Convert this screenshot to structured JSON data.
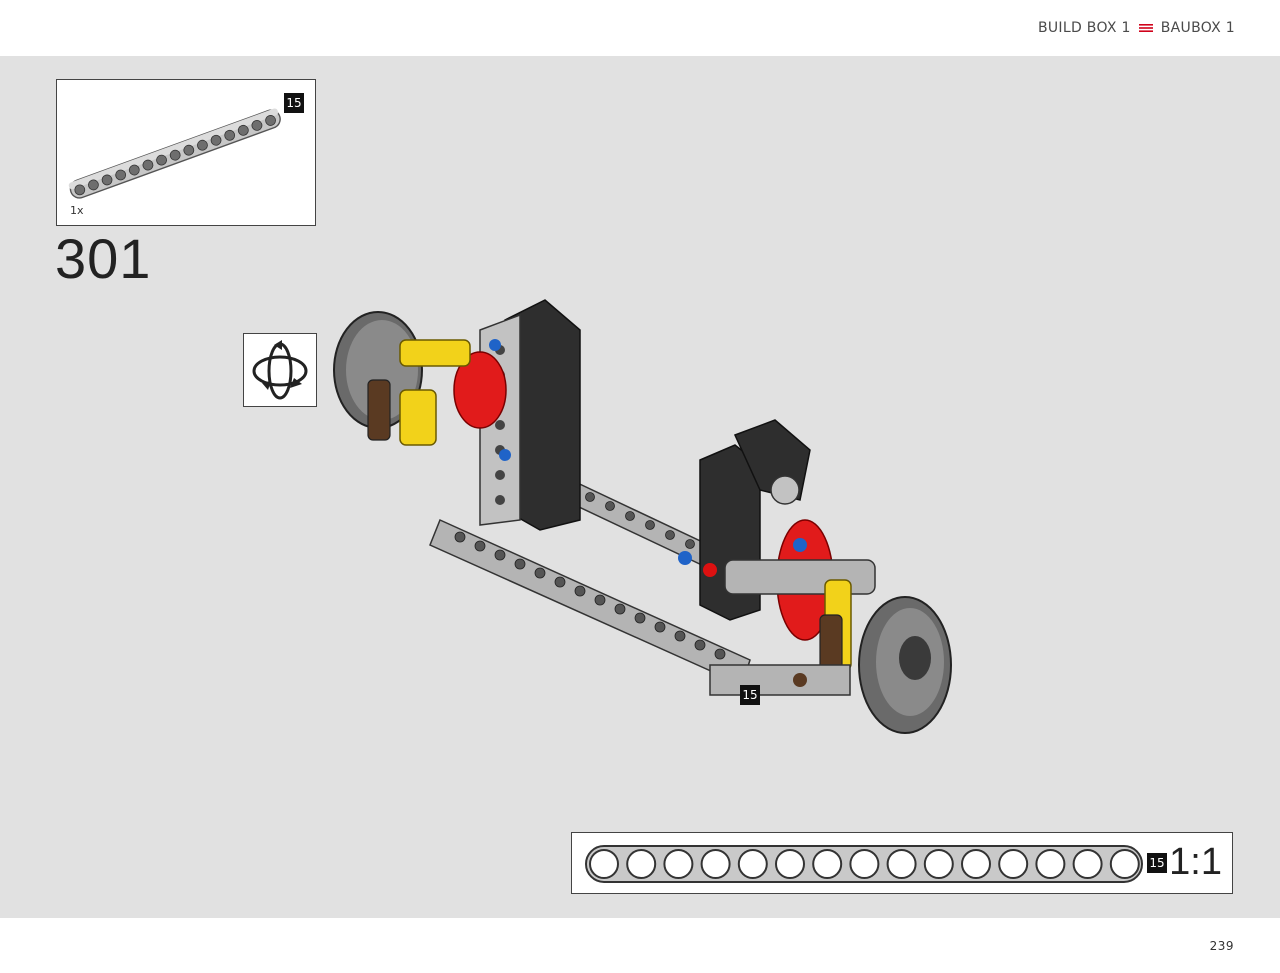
{
  "header": {
    "build_box_label": "BUILD BOX 1",
    "baubox_label": "BAUBOX 1",
    "flag_icon": "stripes-flag-icon",
    "flag_color": "#d0021b"
  },
  "parts_list": {
    "part_length_badge": "15",
    "quantity": "1x",
    "part_icon": "technic-beam-15-icon"
  },
  "step": {
    "number": "301"
  },
  "rotate_hint": {
    "icon": "rotate-model-icon"
  },
  "model": {
    "callout_badge": "15",
    "icon": "front-suspension-assembly-illustration"
  },
  "ruler": {
    "length_badge": "15",
    "scale_label": "1:1",
    "hole_count": 15
  },
  "footer": {
    "page_number": "239"
  }
}
